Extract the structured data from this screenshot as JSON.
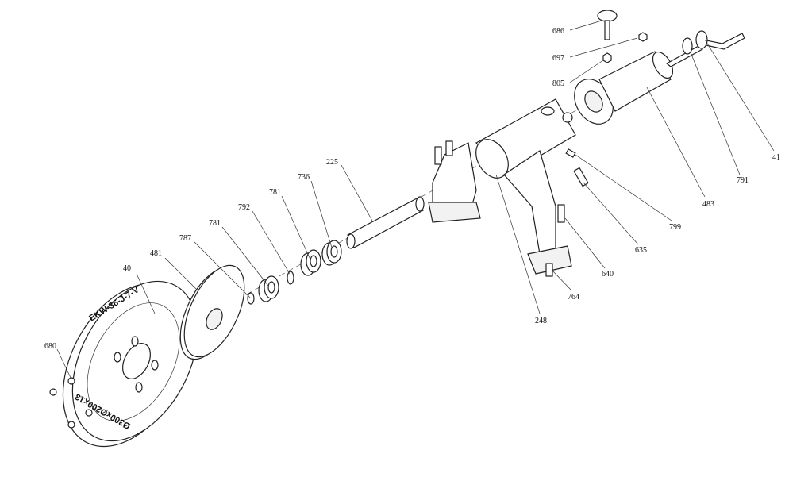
{
  "diagram": {
    "type": "exploded-assembly-drawing",
    "part_labels": {
      "p686": "686",
      "p697": "697",
      "p805": "805",
      "p41": "41",
      "p791": "791",
      "p483": "483",
      "p799": "799",
      "p635": "635",
      "p640": "640",
      "p764": "764",
      "p248": "248",
      "p225": "225",
      "p736": "736",
      "p781a": "781",
      "p792": "792",
      "p781b": "781",
      "p787": "787",
      "p481": "481",
      "p40": "40",
      "p680": "680"
    },
    "disk_engraving": {
      "top": "EKW-36-J-7-V",
      "bottom": "Ø300xØ200x13"
    }
  }
}
